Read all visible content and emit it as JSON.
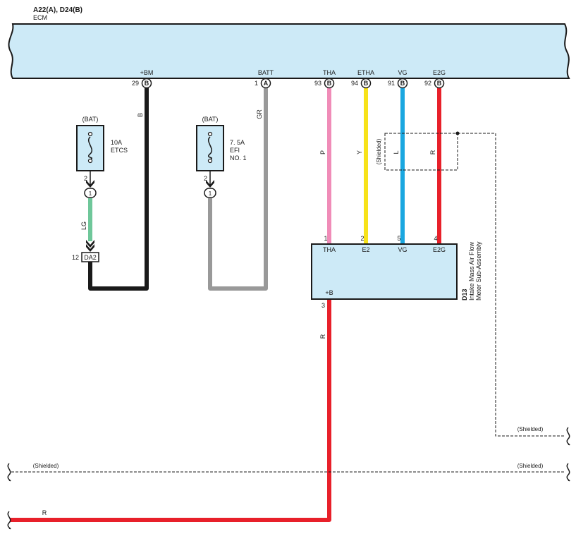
{
  "header": {
    "connectors": "A22(A), D24(B)",
    "ecm_label": "ECM"
  },
  "ecm_pins": [
    {
      "name": "+BM",
      "number": "29",
      "connector": "B"
    },
    {
      "name": "BATT",
      "number": "1",
      "connector": "A"
    },
    {
      "name": "THA",
      "number": "93",
      "connector": "B"
    },
    {
      "name": "ETHA",
      "number": "94",
      "connector": "B"
    },
    {
      "name": "VG",
      "number": "91",
      "connector": "B"
    },
    {
      "name": "E2G",
      "number": "92",
      "connector": "B"
    }
  ],
  "wires": {
    "bm": {
      "color_code": "B",
      "hex": "#1a1a1a"
    },
    "batt": {
      "color_code": "GR",
      "hex": "#999999"
    },
    "lg": {
      "color_code": "LG",
      "hex": "#6fc79a"
    },
    "tha": {
      "color_code": "P",
      "hex": "#f08cb8"
    },
    "etha": {
      "color_code": "Y",
      "hex": "#f7e21a"
    },
    "vg": {
      "color_code": "L",
      "hex": "#1aa7e0"
    },
    "e2g": {
      "color_code": "R",
      "hex": "#e8202a"
    },
    "plus_b": {
      "color_code": "R",
      "hex": "#e8202a"
    },
    "bottom": {
      "color_code": "R",
      "hex": "#e8202a"
    }
  },
  "fuses": [
    {
      "source": "(BAT)",
      "rating": "10A",
      "name": "ETCS",
      "pin": "2",
      "junction": "1"
    },
    {
      "source": "(BAT)",
      "rating": "7. 5A",
      "name_line1": "EFI",
      "name_line2": "NO. 1",
      "pin": "2",
      "junction": "1"
    }
  ],
  "da2": {
    "label": "DA2",
    "pin": "12"
  },
  "maf": {
    "code": "D13",
    "name_line1": "Intake Mass Air Flow",
    "name_line2": "Meter Sub-Assembly",
    "pins": [
      {
        "number": "1",
        "name": "THA"
      },
      {
        "number": "2",
        "name": "E2"
      },
      {
        "number": "5",
        "name": "VG"
      },
      {
        "number": "4",
        "name": "E2G"
      }
    ],
    "plus_b": {
      "name": "+B",
      "number": "3"
    }
  },
  "shield": {
    "box_label": "(Shielded)",
    "right_label": "(Shielded)",
    "middle_left": "(Shielded)",
    "middle_right": "(Shielded)"
  },
  "colors": {
    "box_fill": "#cdeaf7",
    "outline": "#1a1a1a"
  }
}
